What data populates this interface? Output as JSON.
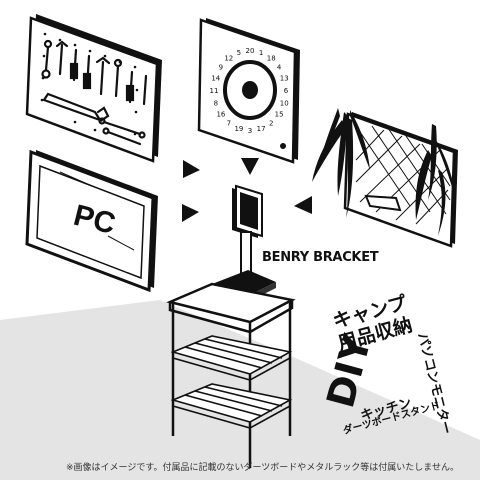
{
  "colors": {
    "ink": "#111111",
    "floor": "#e4e4e4",
    "paper": "#ffffff"
  },
  "icons": [
    "pegboard-icon",
    "tool-icon",
    "dartboard-icon",
    "monitor-icon",
    "plant-panel-icon",
    "arrow-icon",
    "bracket-icon",
    "rack-icon"
  ],
  "pc_label": "PC",
  "brand_label": "BENRY BRACKET",
  "dart_numbers": [
    "20",
    "1",
    "18",
    "4",
    "13",
    "6",
    "10",
    "15",
    "2",
    "17",
    "3",
    "19",
    "7",
    "16",
    "8",
    "11",
    "14",
    "9",
    "12",
    "5"
  ],
  "use_cases": {
    "camping": "キャンプ",
    "goods_storage": "用品収納",
    "diy": "DIY",
    "pc_monitor": "パソコンモニター",
    "kitchen": "キッチン",
    "dartboard_stand": "ダーツボードスタンド"
  },
  "footnote": "※画像はイメージです。付属品に記載のないダーツボードやメタルラック等は付属いたしません。"
}
